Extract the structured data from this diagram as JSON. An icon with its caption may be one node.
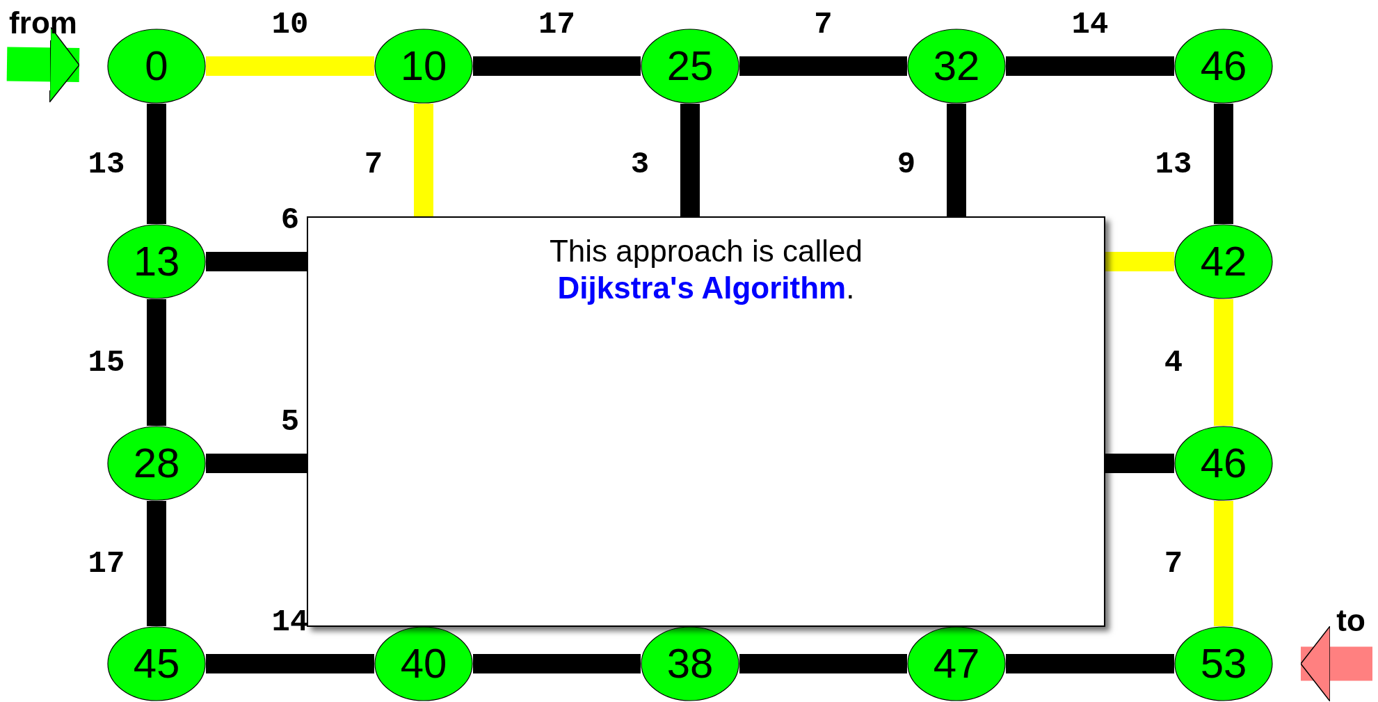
{
  "diagram": {
    "nodes": [
      {
        "text": [
          "0"
        ]
      },
      {
        "text": [
          "10"
        ]
      },
      {
        "text": [
          "25"
        ]
      },
      {
        "text": [
          "32"
        ]
      },
      {
        "text": [
          "46"
        ]
      },
      {
        "text": [
          "13"
        ]
      },
      {
        "text": [
          "42"
        ]
      },
      {
        "text": [
          "28"
        ]
      },
      {
        "text": [
          "46"
        ]
      },
      {
        "text": [
          "45"
        ]
      },
      {
        "text": [
          "40"
        ]
      },
      {
        "text": [
          "38"
        ]
      },
      {
        "text": [
          "47"
        ]
      },
      {
        "text": [
          "53"
        ]
      },
      {
        "text": [
          "This approach is called **Dijkstra's Algorithm**."
        ]
      }
    ],
    "edges": [
      {
        "from": 0,
        "to": 1,
        "arrow": "none",
        "label": "10",
        "color": "#ffff00"
      },
      {
        "from": 1,
        "to": 2,
        "arrow": "none",
        "label": "17"
      },
      {
        "from": 2,
        "to": 3,
        "arrow": "none",
        "label": "7"
      },
      {
        "from": 3,
        "to": 4,
        "arrow": "none",
        "label": "14"
      },
      {
        "from": 0,
        "to": 5,
        "arrow": "none",
        "label": "13"
      },
      {
        "from": 1,
        "to": 14,
        "arrow": "none",
        "label": "7",
        "color": "#ffff00"
      },
      {
        "from": 2,
        "to": 14,
        "arrow": "none",
        "label": "3"
      },
      {
        "from": 3,
        "to": 14,
        "arrow": "none",
        "label": "9"
      },
      {
        "from": 4,
        "to": 6,
        "arrow": "none",
        "label": "13"
      },
      {
        "from": 5,
        "to": 14,
        "arrow": "none",
        "label": "6"
      },
      {
        "from": 6,
        "to": 14,
        "arrow": "none",
        "color": "#ffff00"
      },
      {
        "from": 5,
        "to": 7,
        "arrow": "none",
        "label": "15"
      },
      {
        "from": 6,
        "to": 8,
        "arrow": "none",
        "label": "4",
        "color": "#ffff00"
      },
      {
        "from": 7,
        "to": 14,
        "arrow": "none",
        "label": "5"
      },
      {
        "from": 8,
        "to": 14,
        "arrow": "none"
      },
      {
        "from": 7,
        "to": 9,
        "arrow": "none",
        "label": "17"
      },
      {
        "from": 8,
        "to": 13,
        "arrow": "none",
        "label": "7",
        "color": "#ffff00"
      },
      {
        "from": 9,
        "to": 10,
        "arrow": "none",
        "label": "14"
      },
      {
        "from": 10,
        "to": 11,
        "arrow": "none"
      },
      {
        "from": 11,
        "to": 12,
        "arrow": "none"
      },
      {
        "from": 12,
        "to": 13,
        "arrow": "none"
      },
      {
        "from": null,
        "to": 0,
        "arrow": "to",
        "label": "from",
        "color": "#00ff00"
      },
      {
        "from": null,
        "to": 13,
        "arrow": "to",
        "label": "to",
        "color": "#ff8080"
      }
    ]
  }
}
